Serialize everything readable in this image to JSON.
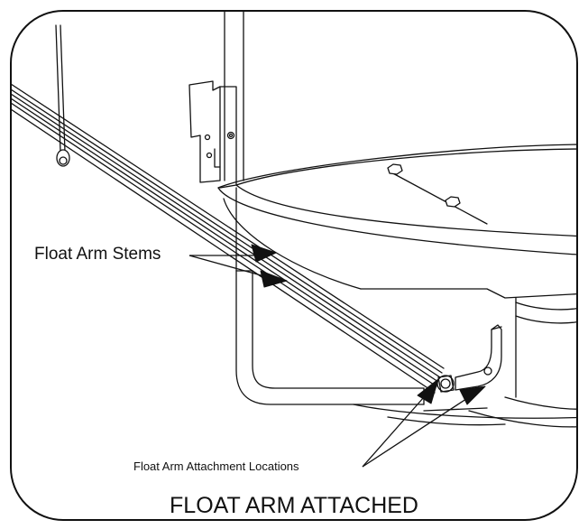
{
  "figure": {
    "callouts": {
      "float_arm_stems": "Float Arm Stems",
      "attachment_locations": "Float Arm Attachment Locations"
    },
    "caption": "FLOAT ARM ATTACHED"
  },
  "colors": {
    "line": "#111111",
    "background": "#ffffff"
  }
}
